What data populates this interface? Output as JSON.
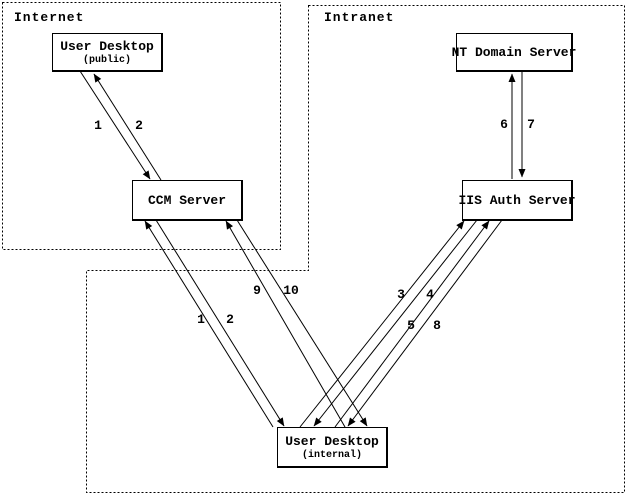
{
  "regions": {
    "internet": {
      "label": "Internet"
    },
    "intranet": {
      "label": "Intranet"
    }
  },
  "nodes": {
    "user_desktop_public": {
      "title": "User Desktop",
      "subtitle": "(public)"
    },
    "nt_domain_server": {
      "title": "NT Domain Server"
    },
    "ccm_server": {
      "title": "CCM Server"
    },
    "iis_auth_server": {
      "title": "IIS Auth Server"
    },
    "user_desktop_internal": {
      "title": "User Desktop",
      "subtitle": "(internal)"
    }
  },
  "edge_labels": {
    "step1_public_ccm": "1",
    "step2_ccm_public": "2",
    "step1_internal_ccm": "1",
    "step2_ccm_internal": "2",
    "step3_internal_iis": "3",
    "step4_iis_internal": "4",
    "step5_internal_iis": "5",
    "step6_iis_nt": "6",
    "step7_nt_iis": "7",
    "step8_iis_internal": "8",
    "step9_internal_ccm": "9",
    "step10_ccm_internal": "10"
  },
  "colors": {
    "line": "#000000",
    "background": "#ffffff"
  }
}
